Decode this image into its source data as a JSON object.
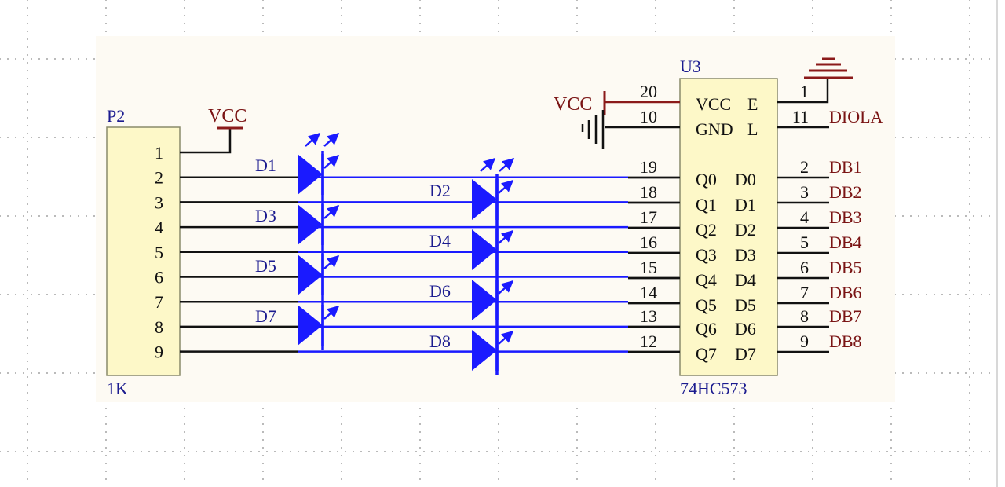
{
  "colors": {
    "wire_black": "#111111",
    "wire_blue": "#1a1aff",
    "wire_red": "#8b1a1a",
    "component_fill": "#fdf8c8",
    "component_border": "#8a8a6a",
    "sheet_bg": "#fdfaf3",
    "label_blue": "#1b1b8f",
    "label_red": "#7a1414",
    "grid_dot": "#8a8a8a"
  },
  "connector": {
    "designator": "P2",
    "value": "1K",
    "pins": [
      "1",
      "2",
      "3",
      "4",
      "5",
      "6",
      "7",
      "8",
      "9"
    ]
  },
  "vcc_left": {
    "label": "VCC"
  },
  "vcc_right": {
    "label": "VCC"
  },
  "leds_left": [
    {
      "label": "D1"
    },
    {
      "label": "D3"
    },
    {
      "label": "D5"
    },
    {
      "label": "D7"
    }
  ],
  "leds_right": [
    {
      "label": "D2"
    },
    {
      "label": "D4"
    },
    {
      "label": "D6"
    },
    {
      "label": "D8"
    }
  ],
  "chip": {
    "designator": "U3",
    "part": "74HC573",
    "left_pins": [
      {
        "num": "20",
        "name": "VCC"
      },
      {
        "num": "10",
        "name": "GND"
      },
      {
        "num": "19",
        "name": "Q0"
      },
      {
        "num": "18",
        "name": "Q1"
      },
      {
        "num": "17",
        "name": "Q2"
      },
      {
        "num": "16",
        "name": "Q3"
      },
      {
        "num": "15",
        "name": "Q4"
      },
      {
        "num": "14",
        "name": "Q5"
      },
      {
        "num": "13",
        "name": "Q6"
      },
      {
        "num": "12",
        "name": "Q7"
      }
    ],
    "right_pins": [
      {
        "num": "1",
        "name": "E",
        "net": ""
      },
      {
        "num": "11",
        "name": "L",
        "net": "DIOLA"
      },
      {
        "num": "2",
        "name": "D0",
        "net": "DB1"
      },
      {
        "num": "3",
        "name": "D1",
        "net": "DB2"
      },
      {
        "num": "4",
        "name": "D2",
        "net": "DB3"
      },
      {
        "num": "5",
        "name": "D3",
        "net": "DB4"
      },
      {
        "num": "6",
        "name": "D4",
        "net": "DB5"
      },
      {
        "num": "7",
        "name": "D5",
        "net": "DB6"
      },
      {
        "num": "8",
        "name": "D6",
        "net": "DB7"
      },
      {
        "num": "9",
        "name": "D7",
        "net": "DB8"
      }
    ]
  }
}
